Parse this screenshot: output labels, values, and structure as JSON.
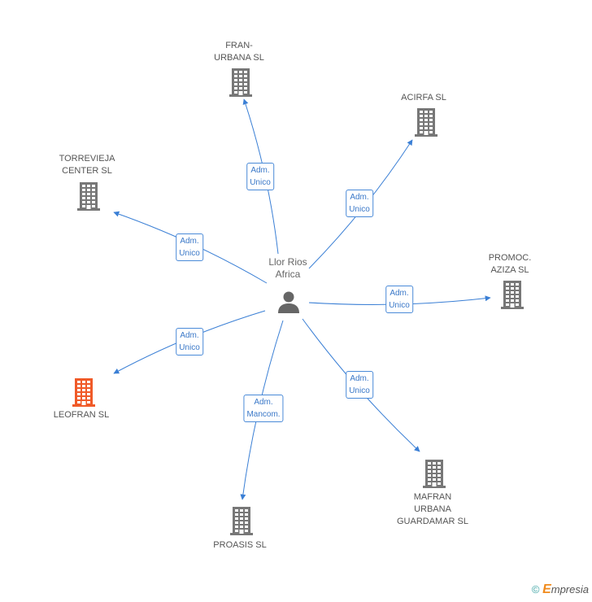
{
  "center": {
    "label": "Llor Rios\nAfrica"
  },
  "companies": [
    {
      "id": "fran",
      "label": "FRAN-\nURBANA SL",
      "highlight": false
    },
    {
      "id": "acirfa",
      "label": "ACIRFA SL",
      "highlight": false
    },
    {
      "id": "torrevieja",
      "label": "TORREVIEJA\nCENTER SL",
      "highlight": false
    },
    {
      "id": "promoc",
      "label": "PROMOC.\nAZIZA SL",
      "highlight": false
    },
    {
      "id": "leofran",
      "label": "LEOFRAN SL",
      "highlight": true
    },
    {
      "id": "mafran",
      "label": "MAFRAN\nURBANA\nGUARDAMAR SL",
      "highlight": false
    },
    {
      "id": "proasis",
      "label": "PROASIS SL",
      "highlight": false
    }
  ],
  "edges": [
    {
      "to": "fran",
      "label": "Adm.\nUnico"
    },
    {
      "to": "acirfa",
      "label": "Adm.\nUnico"
    },
    {
      "to": "torrevieja",
      "label": "Adm.\nUnico"
    },
    {
      "to": "promoc",
      "label": "Adm.\nUnico"
    },
    {
      "to": "leofran",
      "label": "Adm.\nUnico"
    },
    {
      "to": "mafran",
      "label": "Adm.\nUnico"
    },
    {
      "to": "proasis",
      "label": "Adm.\nMancom."
    }
  ],
  "colors": {
    "edge": "#3a7fd5",
    "building": "#777777",
    "highlight": "#f05a28",
    "person": "#666666"
  },
  "footer": {
    "copyright": "©",
    "brand_initial": "E",
    "brand_rest": "mpresia"
  }
}
